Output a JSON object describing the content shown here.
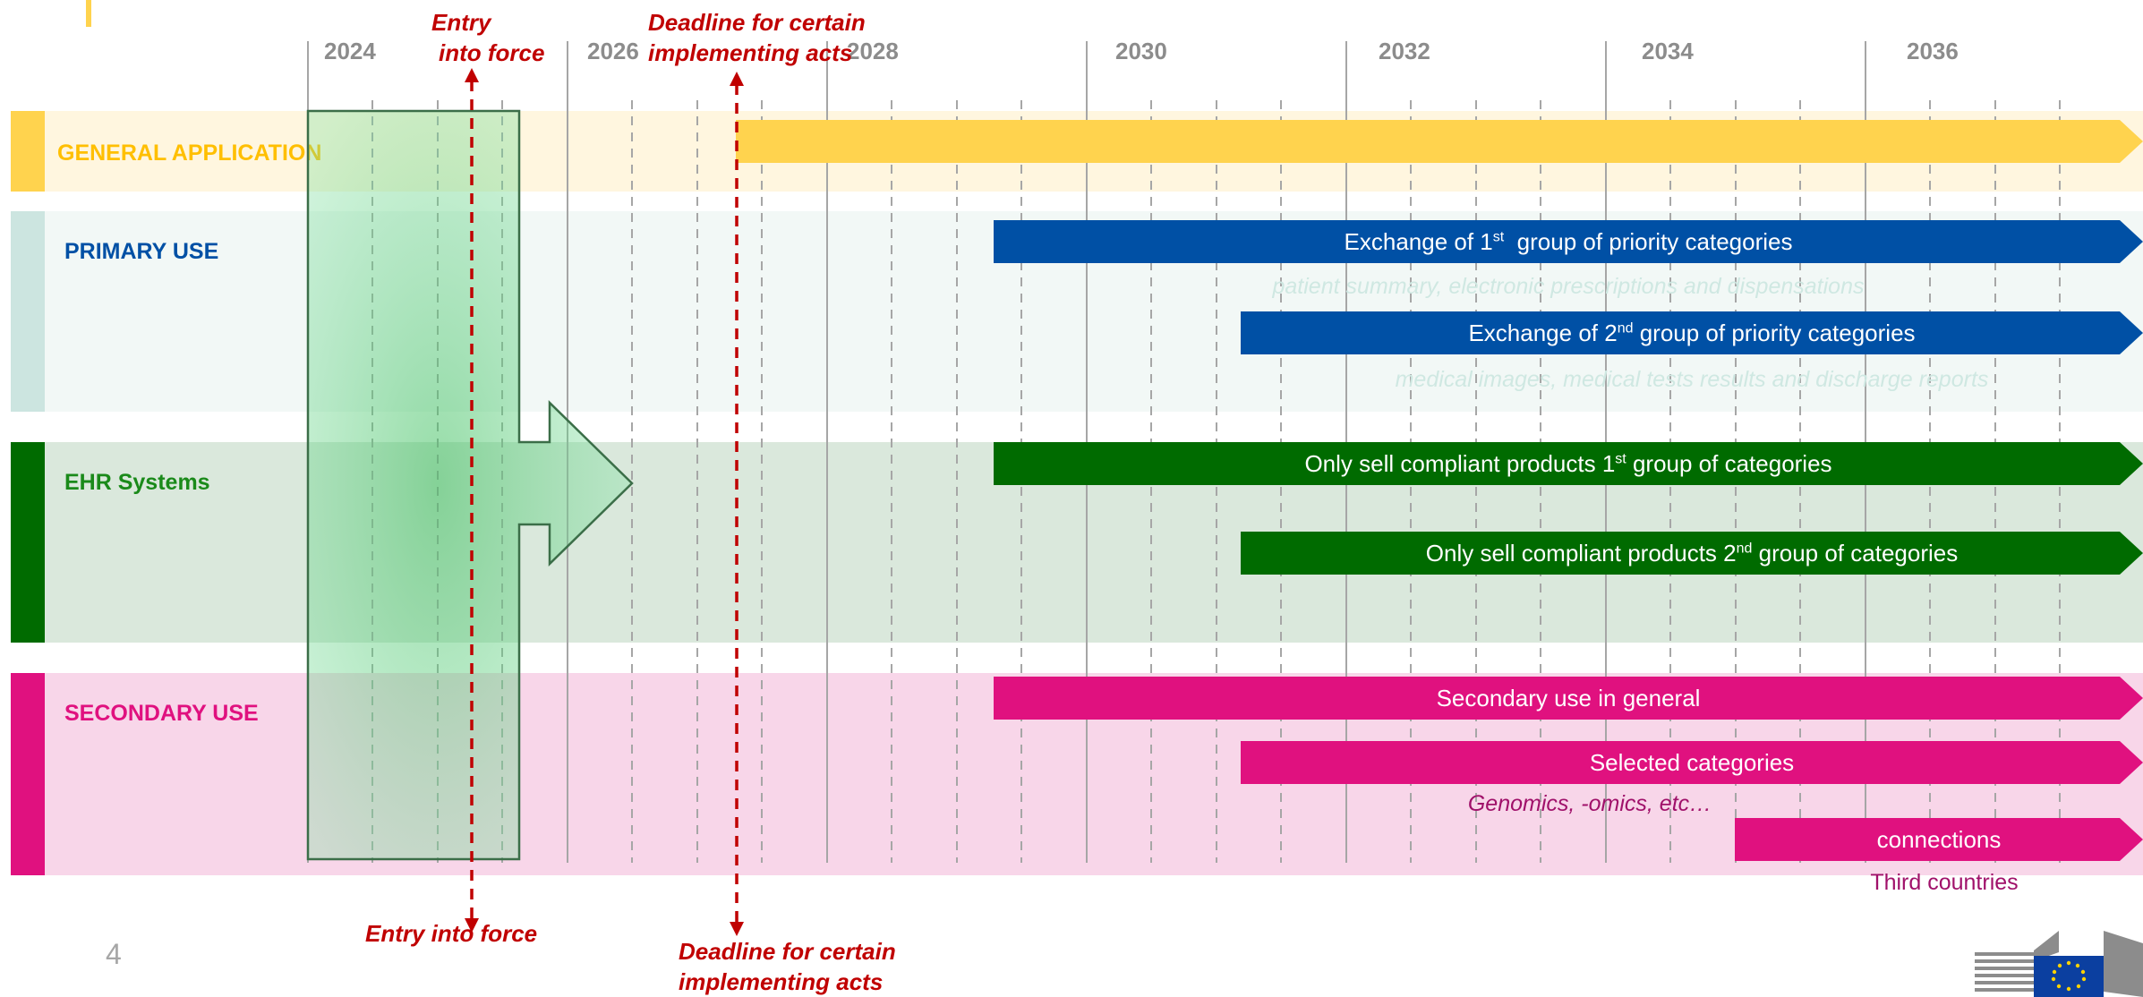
{
  "page_number": "4",
  "years": [
    "2024",
    "2026",
    "2028",
    "2030",
    "2032",
    "2034",
    "2036"
  ],
  "rows": {
    "general": {
      "label": "GENERAL APPLICATION"
    },
    "primary": {
      "label": "PRIMARY USE"
    },
    "ehr": {
      "label": "EHR Systems"
    },
    "secondary": {
      "label": "SECONDARY USE"
    }
  },
  "arrows": {
    "primary_1_pre": "Exchange of 1",
    "primary_1_sup": "st",
    "primary_1_post": "  group of priority categories",
    "primary_1_note": "patient summary, electronic prescriptions and dispensations",
    "primary_2_pre": "Exchange of 2",
    "primary_2_sup": "nd",
    "primary_2_post": " group of priority categories",
    "primary_2_note": "medical images, medical tests results and discharge reports",
    "ehr_1_pre": "Only sell compliant products 1",
    "ehr_1_sup": "st",
    "ehr_1_post": " group of categories",
    "ehr_2_pre": "Only sell compliant products 2",
    "ehr_2_sup": "nd",
    "ehr_2_post": " group of categories",
    "secondary_1": "Secondary use in general",
    "secondary_2": "Selected categories",
    "secondary_2_note": "Genomics, -omics, etc…",
    "secondary_3": "connections",
    "secondary_3_note": "Third countries"
  },
  "markers": {
    "entry_top_1": "Entry",
    "entry_top_2": "into force",
    "entry_bottom": "Entry into force",
    "deadline_top_1": "Deadline for certain",
    "deadline_top_2": "implementing acts",
    "deadline_bottom_1": "Deadline for certain",
    "deadline_bottom_2": "implementing acts"
  },
  "colors": {
    "general": "#ffd34e",
    "primary": "#0050a5",
    "primary_bg": "#f2f8f6",
    "primary_bar": "#cce5e0",
    "ehr": "#006b00",
    "ehr_bg": "#dae8dc",
    "secondary": "#e0117f",
    "secondary_bg": "#f8d6e9",
    "marker": "#c00000"
  },
  "logo": "eu-commission-logo"
}
